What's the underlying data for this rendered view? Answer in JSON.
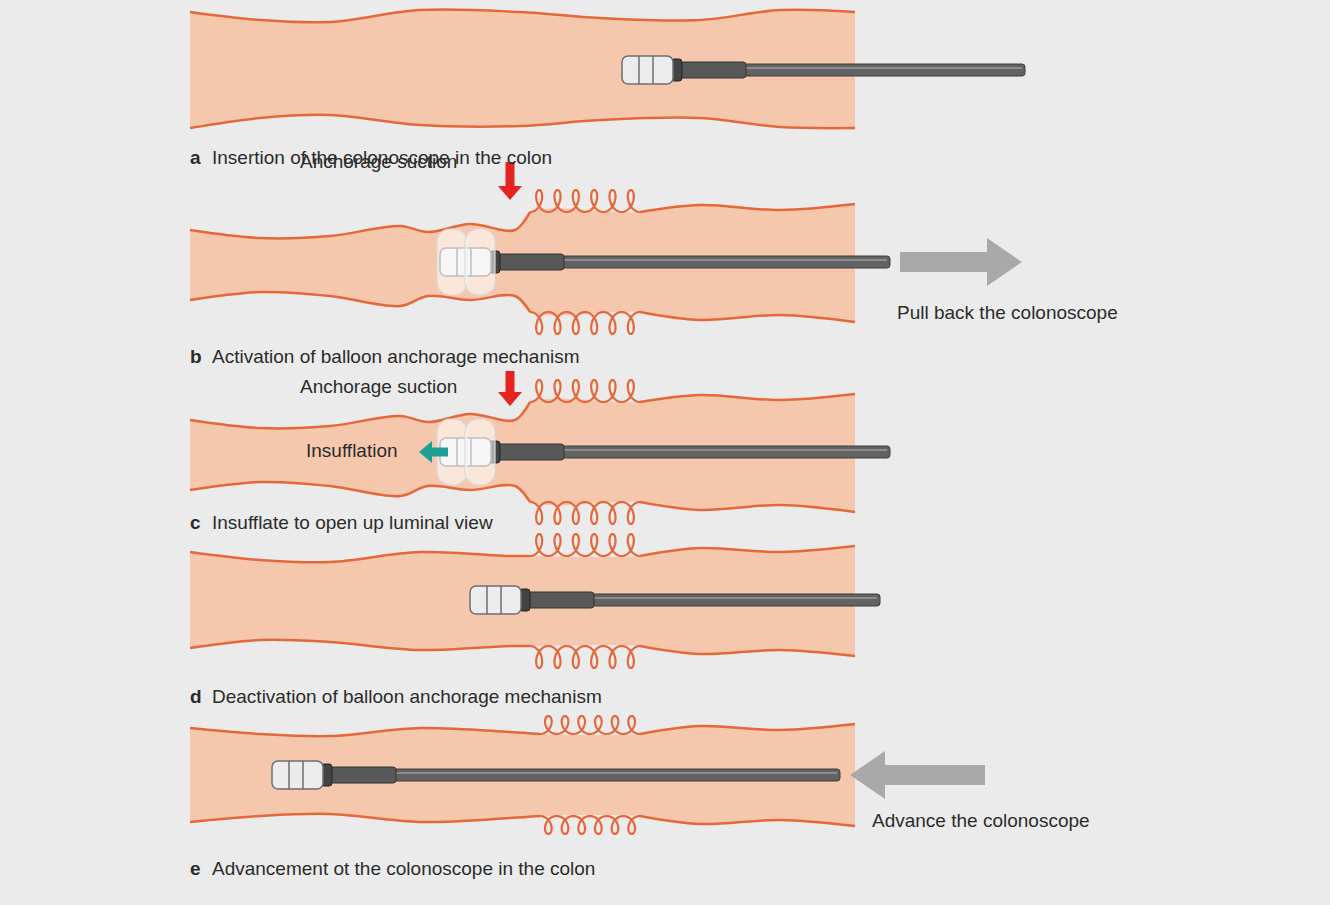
{
  "diagram": {
    "labels": [
      "a",
      "Insertion of the colonoscope in the colon",
      "Anchorage suction",
      "Pull back the colonoscope",
      "b",
      "Activation of balloon anchorage mechanism",
      "Anchorage suction",
      "Insufflation",
      "c",
      "Insufflate to open up luminal view",
      "d",
      "Deactivation of balloon anchorage mechanism",
      "Advance the colonoscope",
      "e",
      "Advancement ot the colonoscope in the colon"
    ]
  }
}
